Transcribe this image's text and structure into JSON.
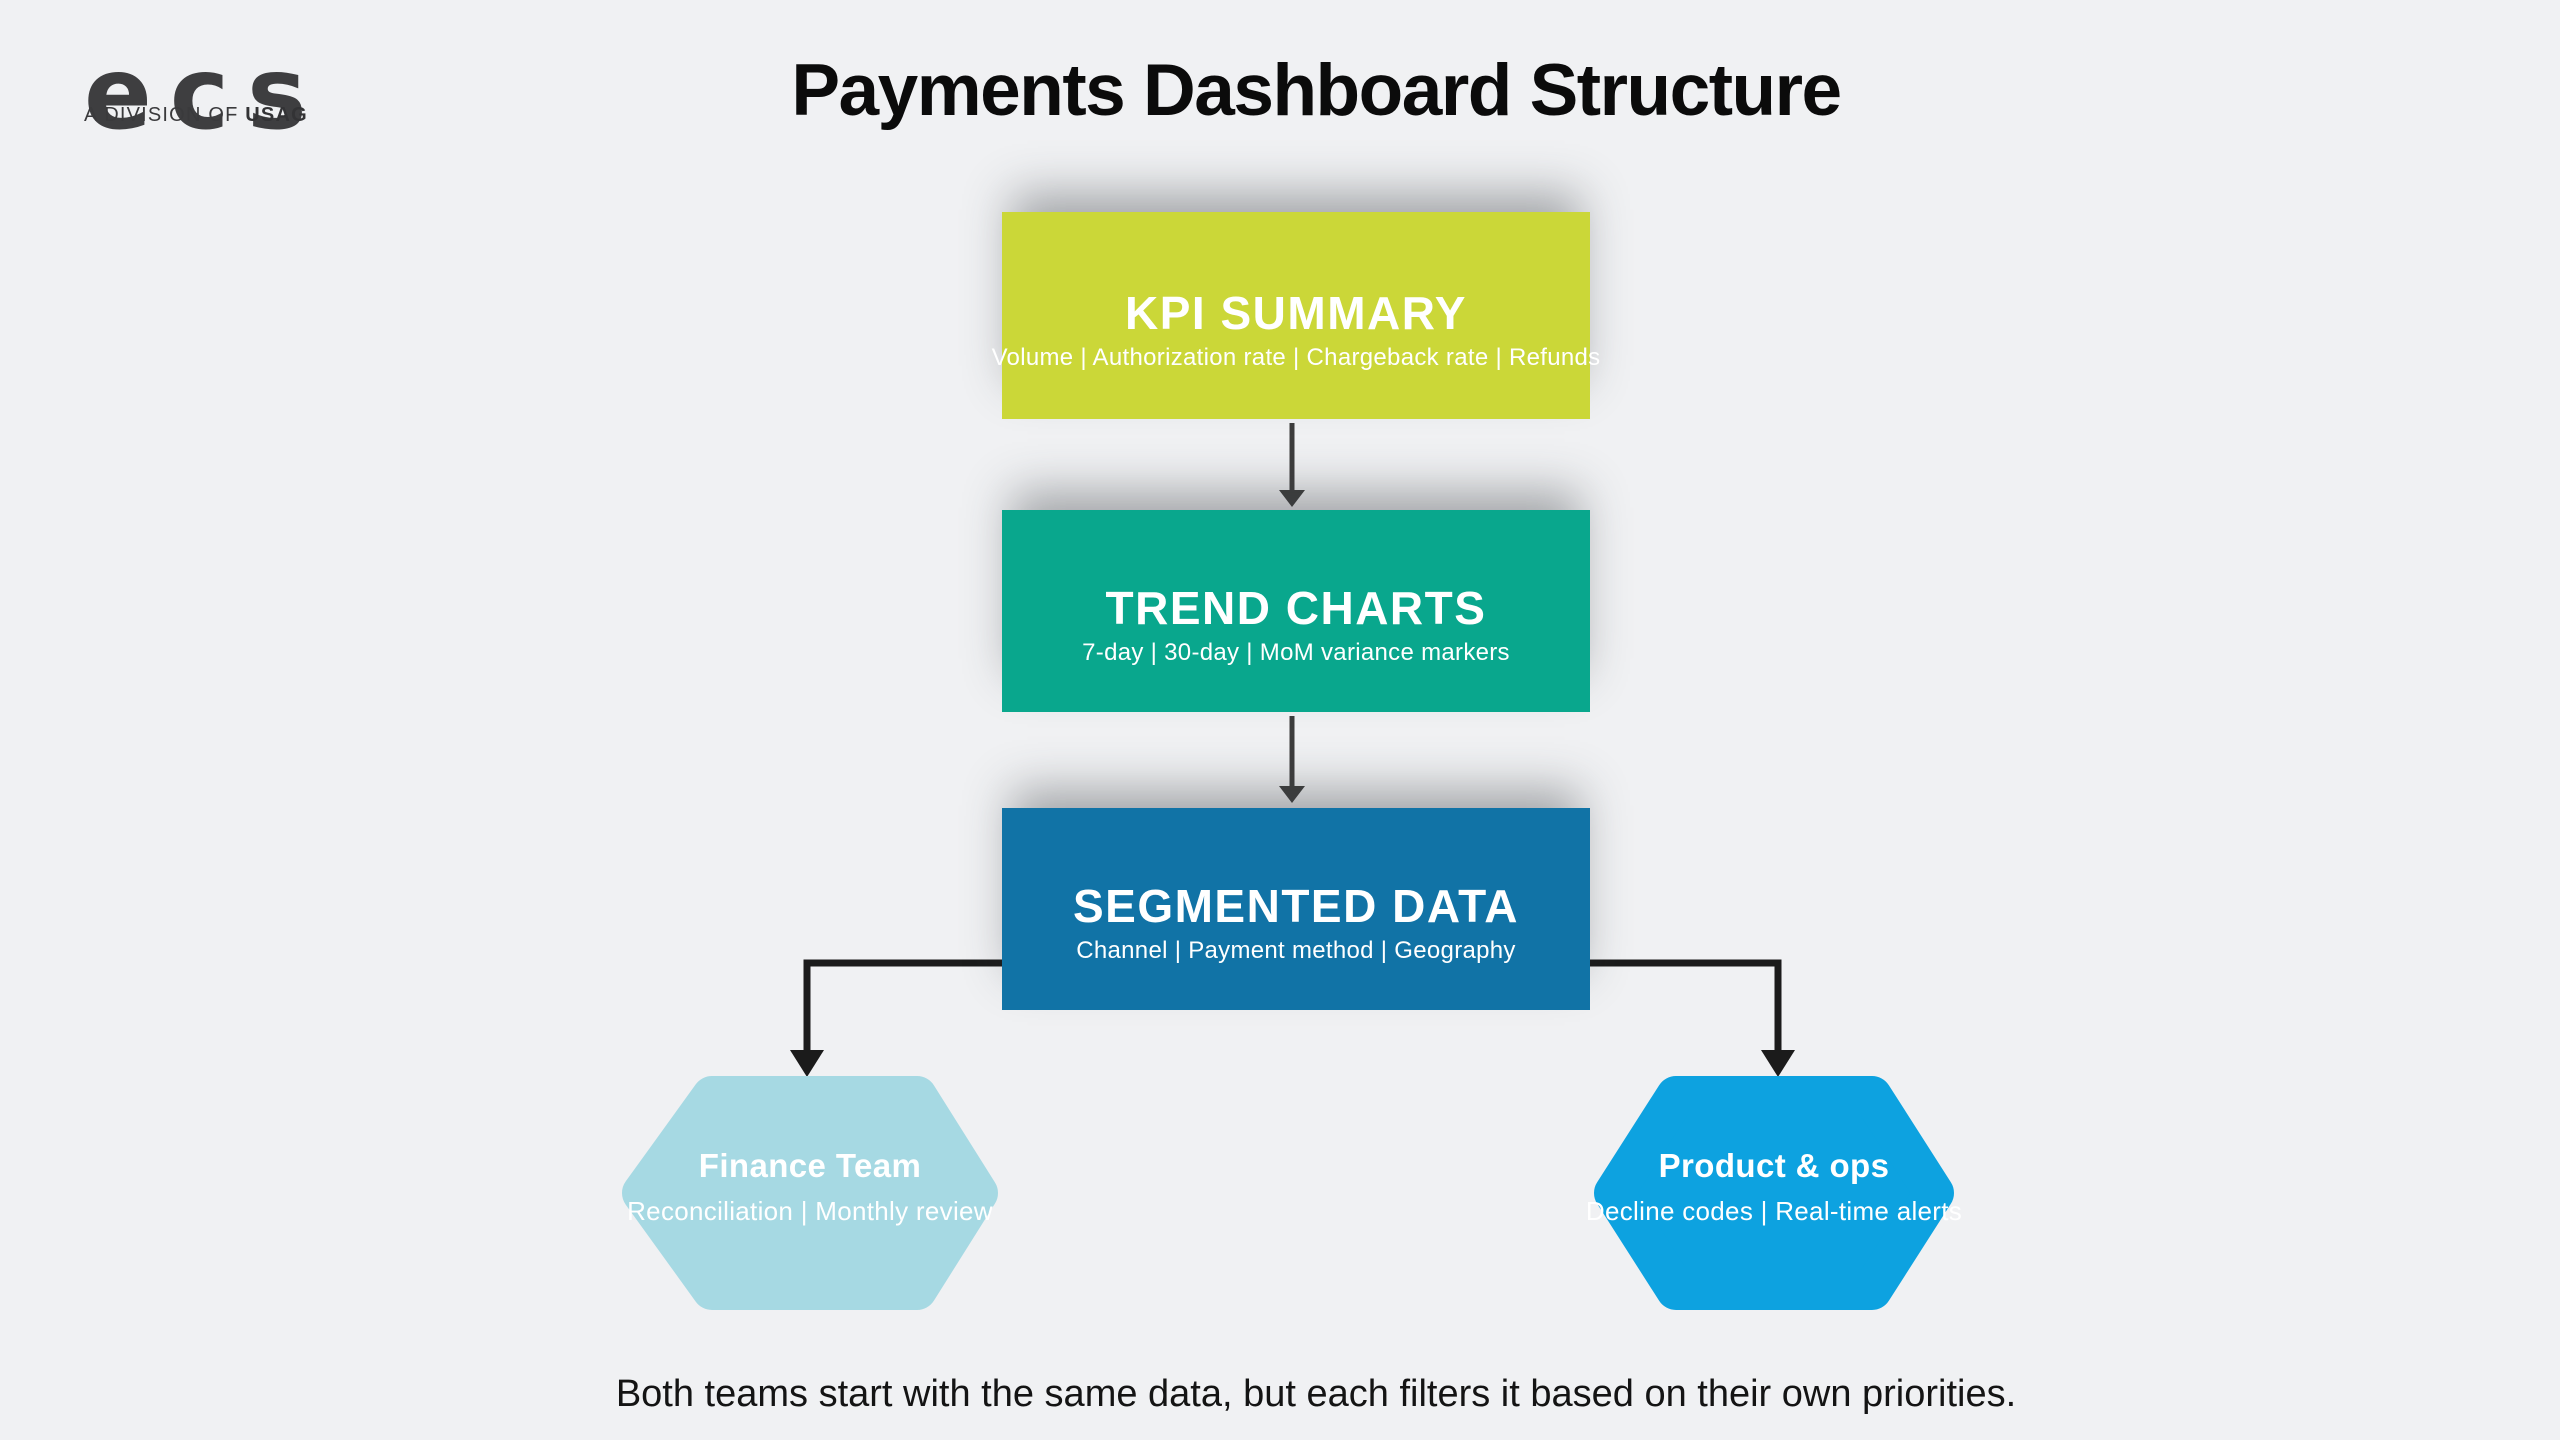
{
  "page": {
    "background_color": "#f0f1f3",
    "title": "Payments Dashboard Structure",
    "footer_note": "Both teams start with the same data, but each filters it based on their own priorities."
  },
  "logo": {
    "wordmark": "ecs",
    "tagline_prefix": "A DIVISION OF ",
    "tagline_brand": "USAG",
    "color": "#3e3e40"
  },
  "flow": {
    "arrow_color": "#3d3d3d",
    "connector_color": "#1b1b1b",
    "nodes": [
      {
        "label": "KPI SUMMARY",
        "sublabel": "Volume | Authorization rate | Chargeback rate | Refunds",
        "color": "#cbd738"
      },
      {
        "label": "TREND CHARTS",
        "sublabel": "7-day | 30-day | MoM variance markers",
        "color": "#09a78d"
      },
      {
        "label": "SEGMENTED DATA",
        "sublabel": "Channel | Payment method | Geography",
        "color": "#1173a6"
      }
    ],
    "branches": [
      {
        "label": "Finance Team",
        "sublabel": "Reconciliation | Monthly review",
        "color": "#a6d9e3"
      },
      {
        "label": "Product & ops",
        "sublabel": "Decline codes | Real-time alerts",
        "color": "#0da2e0"
      }
    ]
  }
}
